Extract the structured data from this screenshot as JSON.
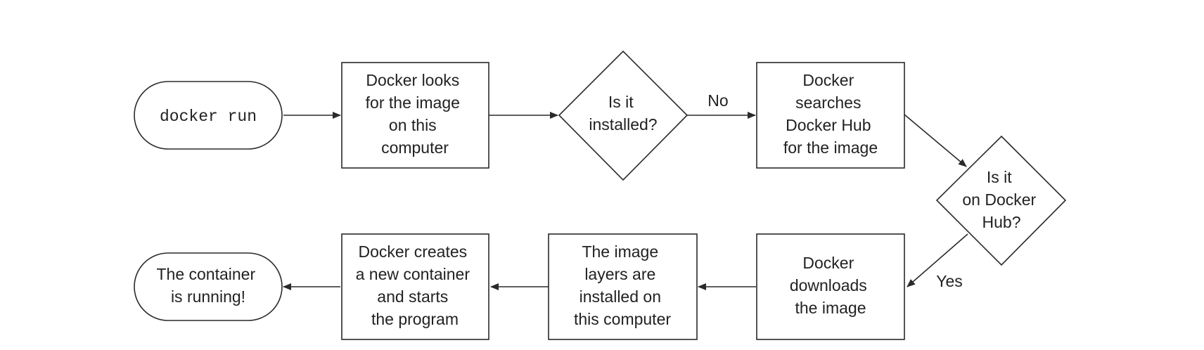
{
  "nodes": {
    "start": {
      "lines": [
        "docker run"
      ]
    },
    "looks_local": {
      "lines": [
        "Docker looks",
        "for the image",
        "on this",
        "computer"
      ]
    },
    "installed_q": {
      "lines": [
        "Is it",
        "installed?"
      ]
    },
    "search_hub": {
      "lines": [
        "Docker",
        "searches",
        "Docker Hub",
        "for the image"
      ]
    },
    "on_hub_q": {
      "lines": [
        "Is it",
        "on Docker",
        "Hub?"
      ]
    },
    "downloads": {
      "lines": [
        "Docker",
        "downloads",
        "the image"
      ]
    },
    "layers": {
      "lines": [
        "The image",
        "layers are",
        "installed on",
        "this computer"
      ]
    },
    "creates": {
      "lines": [
        "Docker creates",
        "a new container",
        "and starts",
        "the program"
      ]
    },
    "running": {
      "lines": [
        "The container",
        "is running!"
      ]
    }
  },
  "edges": {
    "no_label": "No",
    "yes_label": "Yes"
  }
}
